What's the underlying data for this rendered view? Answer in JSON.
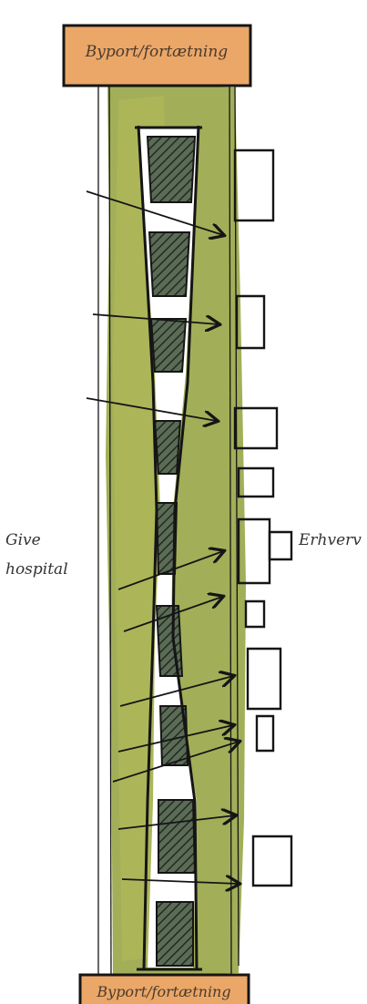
{
  "labels": {
    "top_gate": "Byport/fortætning",
    "bottom_gate": "Byport/fortætning",
    "left_area_line1": "Give",
    "left_area_line2": "hospital",
    "right_area": "Erhverv"
  },
  "colors": {
    "gate_fill": "#eba768",
    "corridor_green": "#9aa84a",
    "ink": "#151515",
    "hatch_dark": "#3c4a3a"
  },
  "icons": [
    "building-outline-icon",
    "arrow-icon"
  ]
}
